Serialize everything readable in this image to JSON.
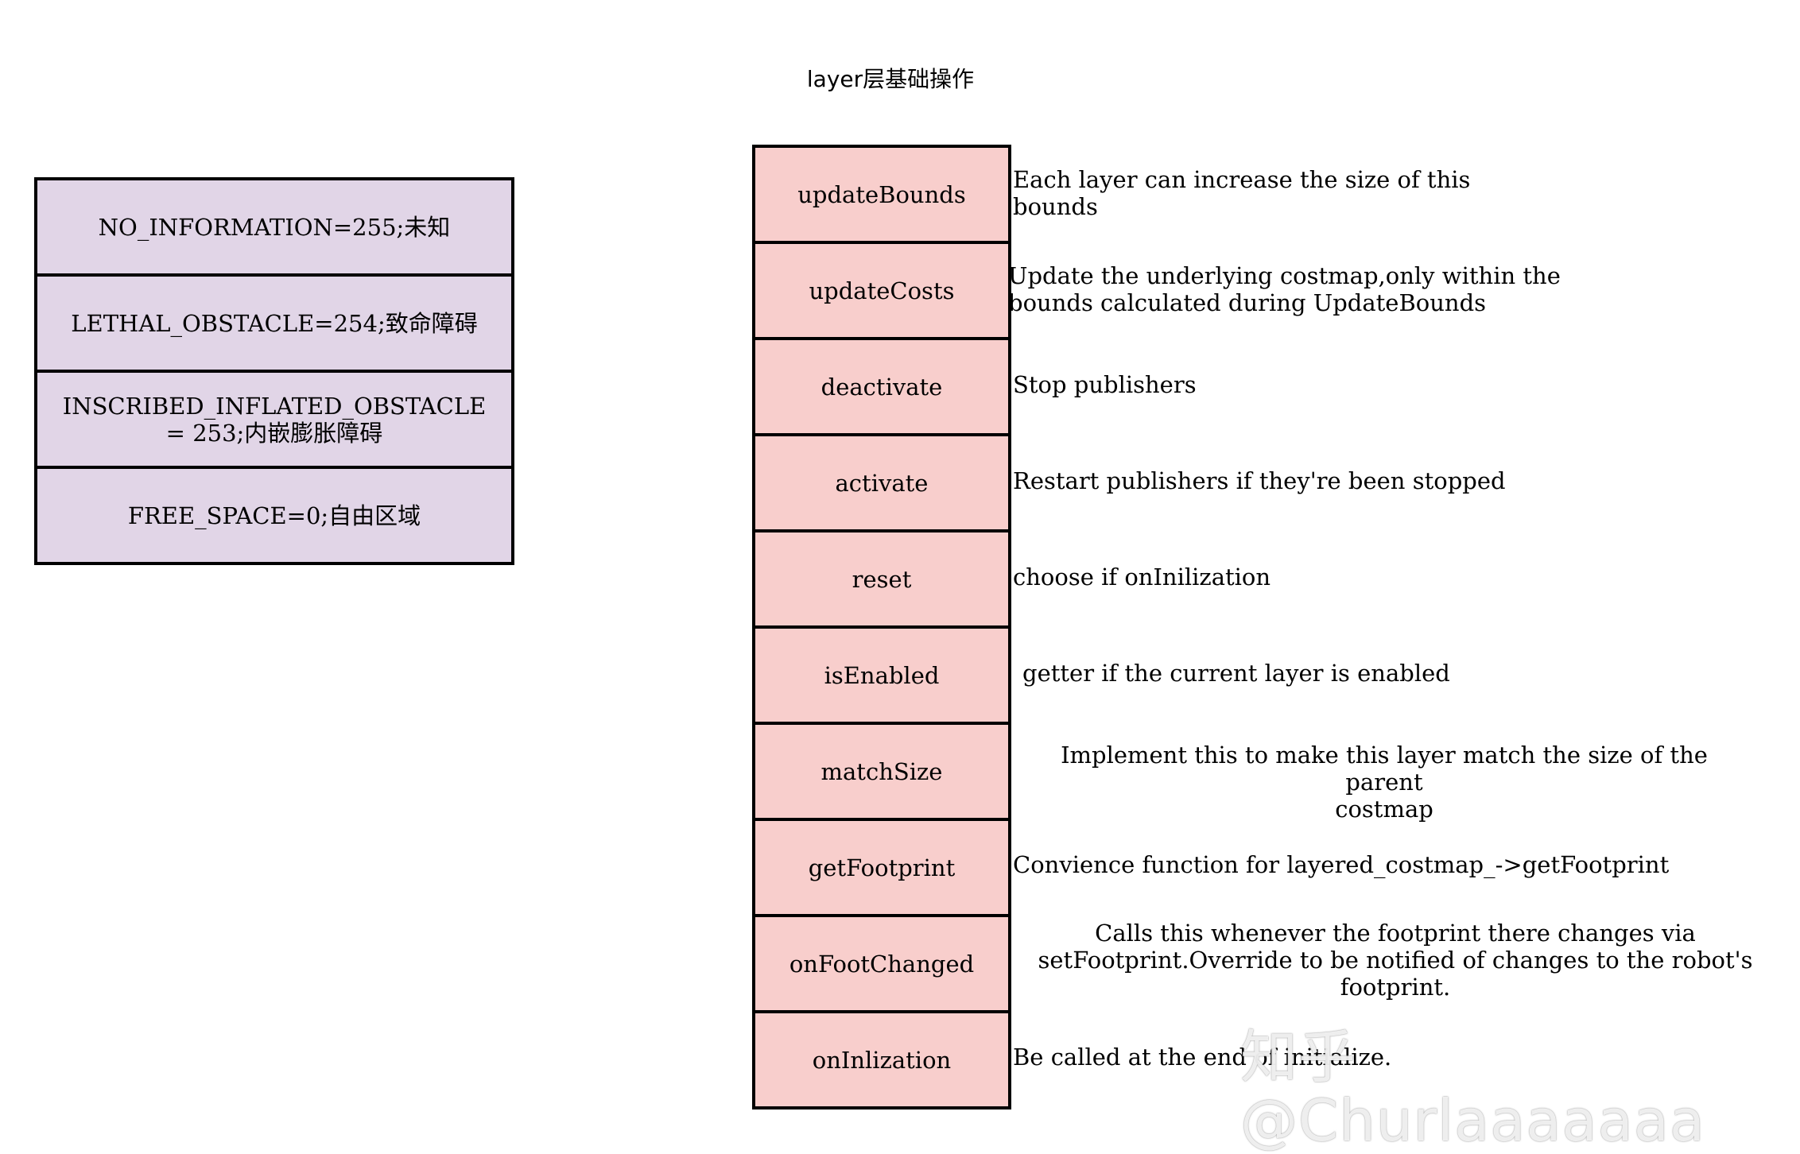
{
  "title": "layer层基础操作",
  "cost_values": [
    "NO_INFORMATION=255;未知",
    "LETHAL_OBSTACLE=254;致命障碍",
    "INSCRIBED_INFLATED_OBSTACLE = 253;内嵌膨胀障碍",
    "FREE_SPACE=0;自由区域"
  ],
  "methods": [
    {
      "name": "updateBounds",
      "desc": "Each layer can increase the size of this\nbounds"
    },
    {
      "name": "updateCosts",
      "desc": "Update the underlying costmap,only within the\nbounds calculated during UpdateBounds"
    },
    {
      "name": "deactivate",
      "desc": "Stop publishers"
    },
    {
      "name": "activate",
      "desc": "Restart publishers if they're been stopped"
    },
    {
      "name": "reset",
      "desc": "choose if onInilization"
    },
    {
      "name": "isEnabled",
      "desc": "getter if the current layer is enabled"
    },
    {
      "name": "matchSize",
      "desc": "Implement this to make this layer match the size of the parent\ncostmap"
    },
    {
      "name": "getFootprint",
      "desc": "Convience function for layered_costmap_->getFootprint"
    },
    {
      "name": "onFootChanged",
      "desc": "Calls this whenever the footprint there changes via\nsetFootprint.Override to be notified of changes to the robot's\nfootprint."
    },
    {
      "name": "onInlization",
      "desc": "Be called at the end of initialize."
    }
  ],
  "watermark": "知乎 @Churlaaaaaaa"
}
